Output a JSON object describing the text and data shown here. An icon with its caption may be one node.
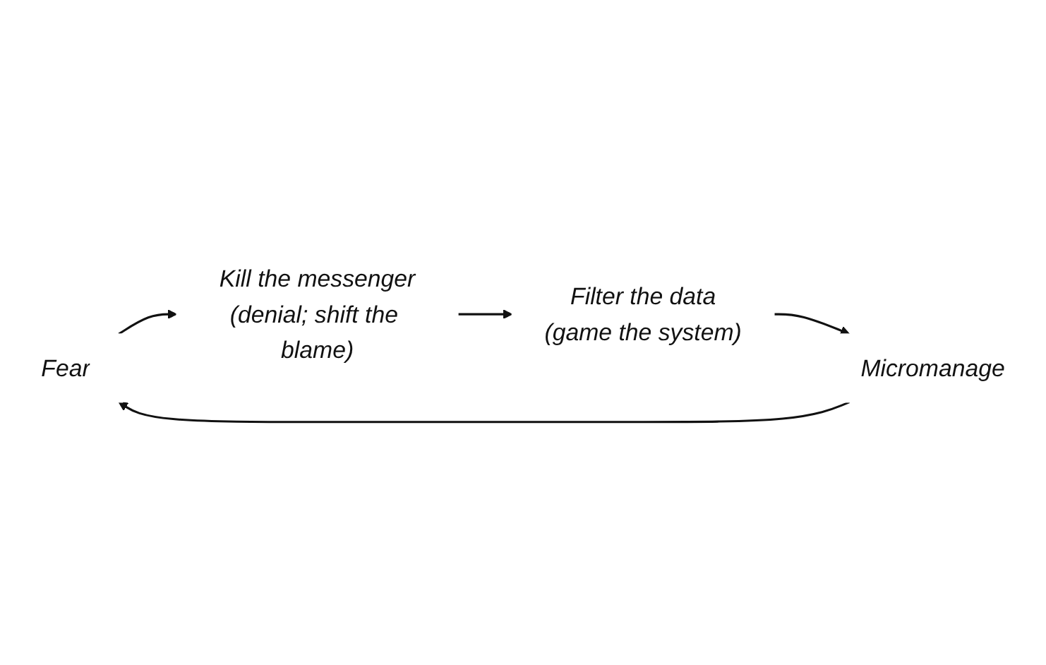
{
  "diagram": {
    "nodes": [
      {
        "text": [
          "Fear"
        ]
      },
      {
        "text": [
          "Kill the messenger",
          "(denial; shift the blame)"
        ]
      },
      {
        "text": [
          "Filter the data",
          "(game the system)"
        ]
      },
      {
        "text": [
          "Micromanage"
        ]
      }
    ],
    "edges": [
      {
        "from": 0,
        "to": 1,
        "arrow": "to"
      },
      {
        "from": 1,
        "to": 2,
        "arrow": "to"
      },
      {
        "from": 2,
        "to": 3,
        "arrow": "to"
      },
      {
        "from": 3,
        "to": 0,
        "arrow": "to"
      }
    ]
  }
}
